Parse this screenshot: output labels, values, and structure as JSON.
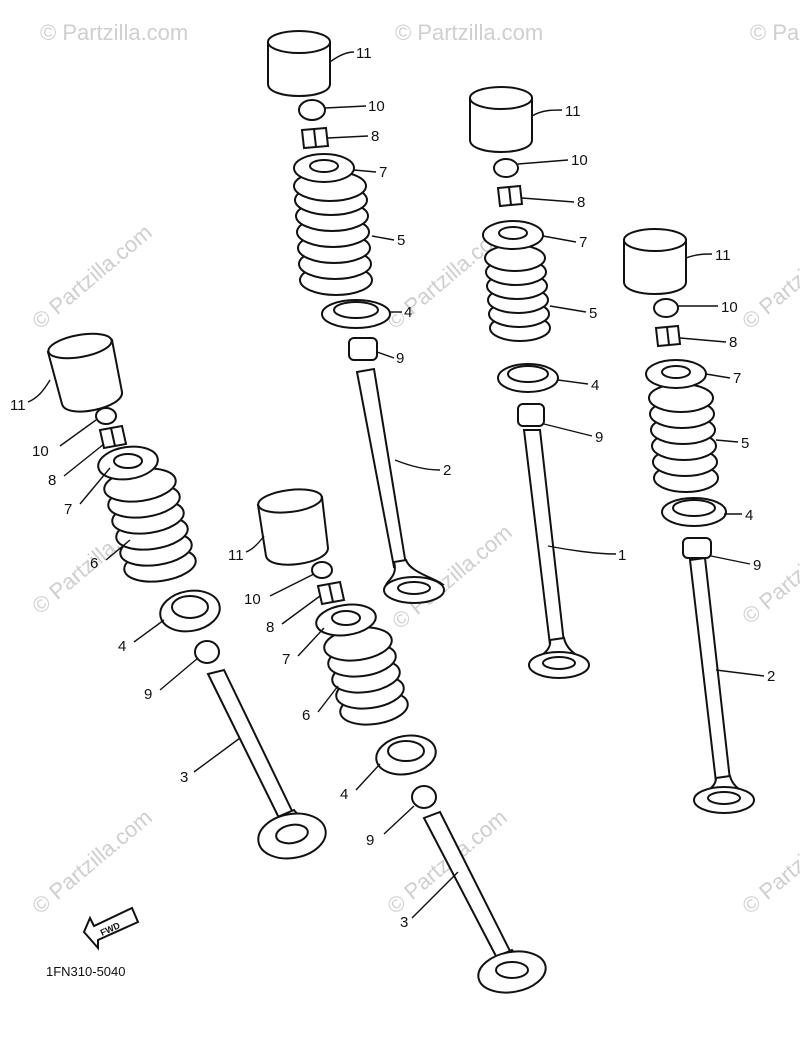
{
  "diagram": {
    "watermark_text": "© Partzilla.com",
    "figure_code": "1FN310-5040",
    "fwd_label": "FWD",
    "callouts": [
      {
        "id": "c11a",
        "label": "11"
      },
      {
        "id": "c10a",
        "label": "10"
      },
      {
        "id": "c8a",
        "label": "8"
      },
      {
        "id": "c7a",
        "label": "7"
      },
      {
        "id": "c5a",
        "label": "5"
      },
      {
        "id": "c4a",
        "label": "4"
      },
      {
        "id": "c9a",
        "label": "9"
      },
      {
        "id": "c2a",
        "label": "2"
      },
      {
        "id": "c11b",
        "label": "11"
      },
      {
        "id": "c10b",
        "label": "10"
      },
      {
        "id": "c8b",
        "label": "8"
      },
      {
        "id": "c7b",
        "label": "7"
      },
      {
        "id": "c5b",
        "label": "5"
      },
      {
        "id": "c4b",
        "label": "4"
      },
      {
        "id": "c9b",
        "label": "9"
      },
      {
        "id": "c1b",
        "label": "1"
      },
      {
        "id": "c11c",
        "label": "11"
      },
      {
        "id": "c10c",
        "label": "10"
      },
      {
        "id": "c8c",
        "label": "8"
      },
      {
        "id": "c7c",
        "label": "7"
      },
      {
        "id": "c5c",
        "label": "5"
      },
      {
        "id": "c4c",
        "label": "4"
      },
      {
        "id": "c9c",
        "label": "9"
      },
      {
        "id": "c2c",
        "label": "2"
      },
      {
        "id": "c11d",
        "label": "11"
      },
      {
        "id": "c10d",
        "label": "10"
      },
      {
        "id": "c8d",
        "label": "8"
      },
      {
        "id": "c7d",
        "label": "7"
      },
      {
        "id": "c6d",
        "label": "6"
      },
      {
        "id": "c4d",
        "label": "4"
      },
      {
        "id": "c9d",
        "label": "9"
      },
      {
        "id": "c3d",
        "label": "3"
      },
      {
        "id": "c11e",
        "label": "11"
      },
      {
        "id": "c10e",
        "label": "10"
      },
      {
        "id": "c8e",
        "label": "8"
      },
      {
        "id": "c7e",
        "label": "7"
      },
      {
        "id": "c6e",
        "label": "6"
      },
      {
        "id": "c4e",
        "label": "4"
      },
      {
        "id": "c9e",
        "label": "9"
      },
      {
        "id": "c3e",
        "label": "3"
      }
    ]
  }
}
